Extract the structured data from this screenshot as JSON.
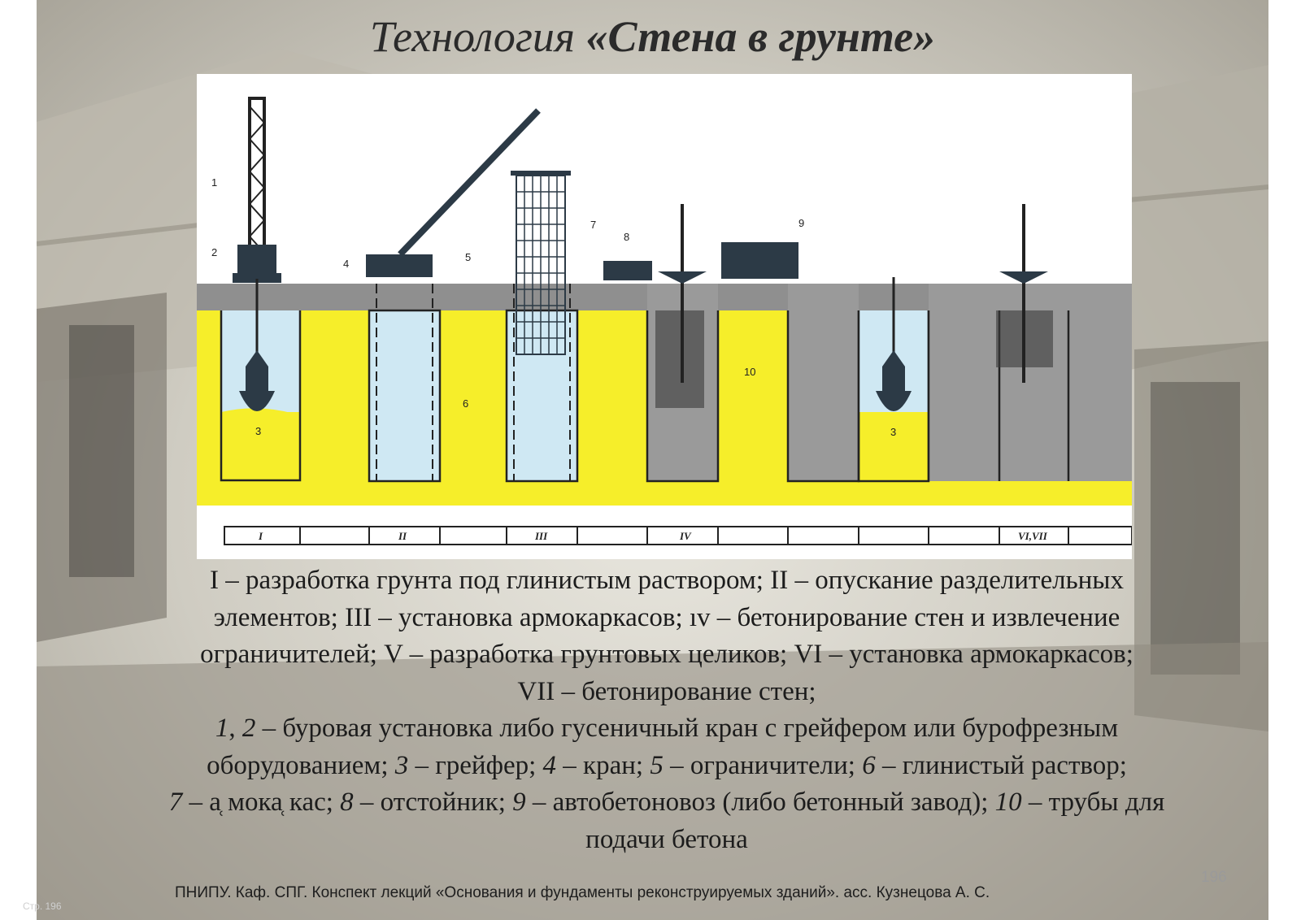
{
  "title": {
    "plain": "Технология ",
    "bold": "«Стена в грунте»"
  },
  "figure": {
    "labels": [
      "1",
      "2",
      "3",
      "4",
      "5",
      "7",
      "8",
      "9",
      "10",
      "6",
      "3"
    ],
    "stages": [
      "I",
      "II",
      "III",
      "IV",
      "VI,VII"
    ]
  },
  "caption": {
    "lines": [
      "I – разработка грунта под глинистым раствором; II – опускание разделительных",
      "элементов; III – установка армокаркасов; ıv – бетонирование стен и извлечение",
      "ограничителей; V – разработка грунтовых целиков; VI – установка армокаркасов;",
      "VII – бетонирование стен;"
    ],
    "l5": {
      "n1": "1",
      "s1": ", ",
      "n2": "2",
      "t1": " – буровая установка либо гусеничный кран с грейфером или бурофрезным"
    },
    "l6": {
      "t0": "оборудованием; ",
      "n3": "3",
      "t1": " – грейфер; ",
      "n4": "4",
      "t2": " – кран; ",
      "n5": "5",
      "t3": " – ограничители; ",
      "n6": "6",
      "t4": " – глинистый раствор;"
    },
    "l7": {
      "n7": "7",
      "t1": " – а̜ мока̜ кас; ",
      "n8": "8",
      "t2": " – отстойник; ",
      "n9": "9",
      "t3": " – автобетоновоз (либо бетонный завод); ",
      "n10": "10",
      "t4": " – трубы для"
    },
    "l8": "подачи бетона"
  },
  "footer": "ПНИПУ. Каф. СПГ. Конспект лекций «Основания и фундаменты реконструируемых зданий». асс. Кузнецова А. С.",
  "page_number": "196",
  "page_label": "Стр. 196"
}
